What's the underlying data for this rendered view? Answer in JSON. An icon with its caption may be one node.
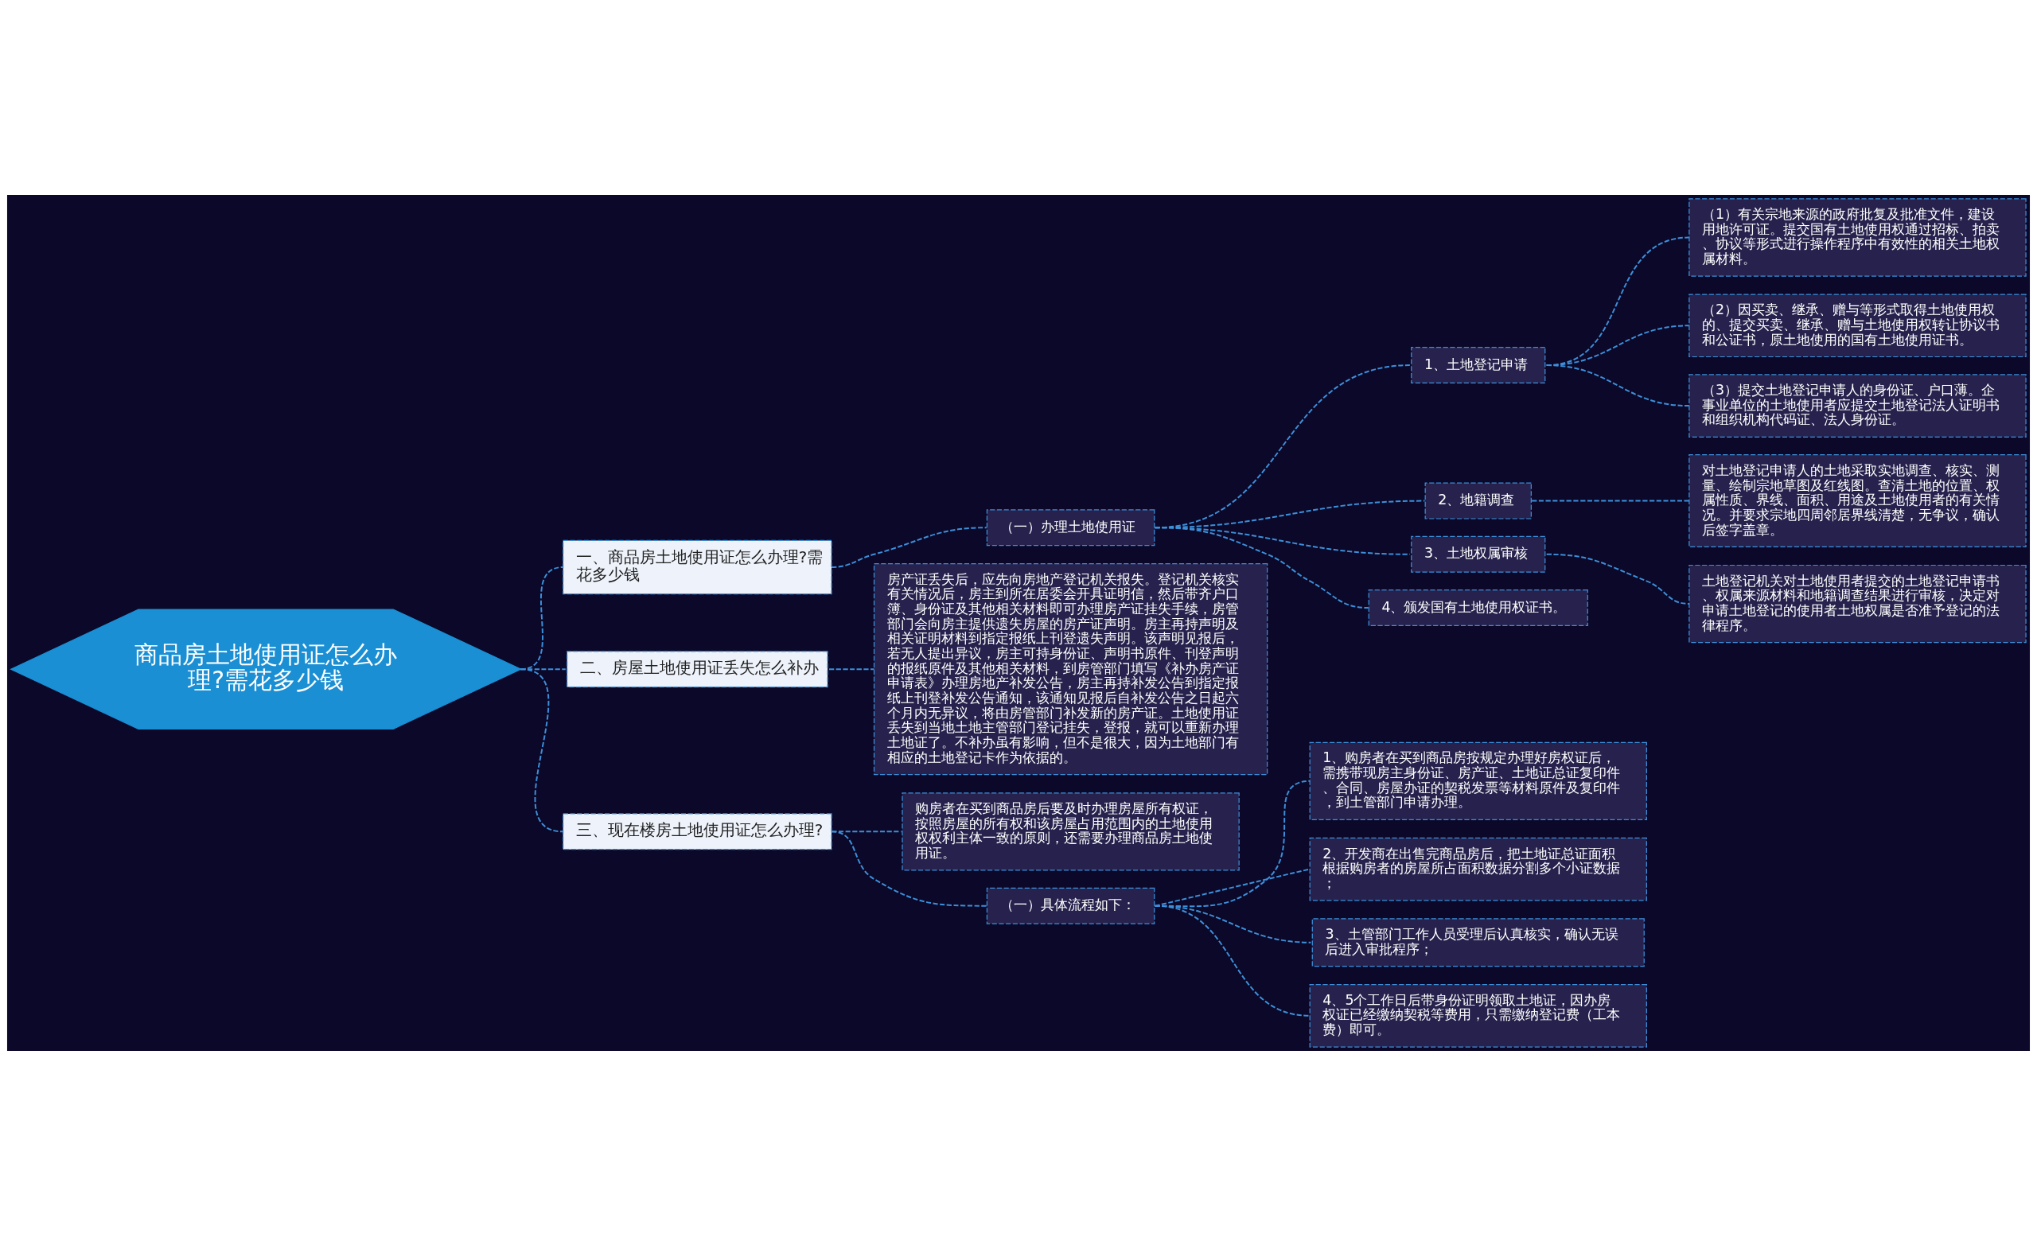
{
  "diagram": {
    "nodes": [
      {
        "text": [
          "商品房土地使用证怎么办理?需花多少钱"
        ]
      },
      {
        "text": [
          "一、商品房土地使用证怎么办理?需花多少钱"
        ]
      },
      {
        "text": [
          "（一）办理土地使用证"
        ]
      },
      {
        "text": [
          "1、土地登记申请"
        ]
      },
      {
        "text": [
          "（1）有关宗地来源的政府批复及批准文件，建设用地许可证。提交国有土地使用权通过招标、拍卖、协议等形式进行操作程序中有效性的相关土地权属材料。"
        ]
      },
      {
        "text": [
          "（2）因买卖、继承、赠与等形式取得土地使用权的、提交买卖、继承、赠与土地使用权转让协议书和公证书，原土地使用的国有土地使用证书。"
        ]
      },
      {
        "text": [
          "（3）提交土地登记申请人的身份证、户口薄。企事业单位的土地使用者应提交土地登记法人证明书和组织机构代码证、法人身份证。"
        ]
      },
      {
        "text": [
          "2、地籍调查"
        ]
      },
      {
        "text": [
          "对土地登记申请人的土地采取实地调查、核实、测量、绘制宗地草图及红线图。查清土地的位置、权属性质、界线、面积、用途及土地使用者的有关情况。并要求宗地四周邻居界线清楚，无争议，确认后签字盖章。"
        ]
      },
      {
        "text": [
          "3、土地权属审核"
        ]
      },
      {
        "text": [
          "土地登记机关对土地使用者提交的土地登记申请书、权属来源材料和地籍调查结果进行审核，决定对申请土地登记的使用者土地权属是否准予登记的法律程序。"
        ]
      },
      {
        "text": [
          "4、颁发国有土地使用权证书。"
        ]
      },
      {
        "text": [
          "二、房屋土地使用证丢失怎么补办"
        ]
      },
      {
        "text": [
          "房产证丢失后，应先向房地产登记机关报失。登记机关核实有关情况后，房主到所在居委会开具证明信，然后带齐户口簿、身份证及其他相关材料即可办理房产证挂失手续，房管部门会向房主提供遗失房屋的房产证声明。房主再持声明及相关证明材料到指定报纸上刊登遗失声明。该声明见报后，若无人提出异议，房主可持身份证、声明书原件、刊登声明的报纸原件及其他相关材料，到房管部门填写《补办房产证申请表》办理房地产补发公告，房主再持补发公告到指定报纸上刊登补发公告通知，该通知见报后自补发公告之日起六个月内无异议，将由房管部门补发新的房产证。土地使用证丢失到当地土地主管部门登记挂失，登报，就可以重新办理土地证了。不补办虽有影响，但不是很大，因为土地部门有相应的土地登记卡作为依据的。"
        ]
      },
      {
        "text": [
          "三、现在楼房土地使用证怎么办理?"
        ]
      },
      {
        "text": [
          "购房者在买到商品房后要及时办理房屋所有权证，按照房屋的所有权和该房屋占用范围内的土地使用权权利主体一致的原则，还需要办理商品房土地使用证。"
        ]
      },
      {
        "text": [
          "（一）具体流程如下："
        ]
      },
      {
        "text": [
          "1、购房者在买到商品房按规定办理好房权证后，需携带现房主身份证、房产证、土地证总证复印件、合同、房屋办证的契税发票等材料原件及复印件，到土管部门申请办理。"
        ]
      },
      {
        "text": [
          "2、开发商在出售完商品房后，把土地证总证面积根据购房者的房屋所占面积数据分割多个小证数据；"
        ]
      },
      {
        "text": [
          "3、土管部门工作人员受理后认真核实，确认无误后进入审批程序；"
        ]
      },
      {
        "text": [
          "4、5个工作日后带身份证明领取土地证，因办房权证已经缴纳契税等费用，只需缴纳登记费（工本费）即可。"
        ]
      }
    ],
    "edges": [
      {
        "from": 0,
        "to": 1,
        "arrow": "none",
        "style": "dashed"
      },
      {
        "from": 1,
        "to": 2,
        "arrow": "none",
        "style": "dashed"
      },
      {
        "from": 2,
        "to": 3,
        "arrow": "none",
        "style": "dashed"
      },
      {
        "from": 3,
        "to": 4,
        "arrow": "none",
        "style": "dashed"
      },
      {
        "from": 3,
        "to": 5,
        "arrow": "none",
        "style": "dashed"
      },
      {
        "from": 3,
        "to": 6,
        "arrow": "none",
        "style": "dashed"
      },
      {
        "from": 2,
        "to": 7,
        "arrow": "none",
        "style": "dashed"
      },
      {
        "from": 7,
        "to": 8,
        "arrow": "none",
        "style": "dashed"
      },
      {
        "from": 2,
        "to": 9,
        "arrow": "none",
        "style": "dashed"
      },
      {
        "from": 9,
        "to": 10,
        "arrow": "none",
        "style": "dashed"
      },
      {
        "from": 2,
        "to": 11,
        "arrow": "none",
        "style": "dashed"
      },
      {
        "from": 0,
        "to": 12,
        "arrow": "none",
        "style": "dashed"
      },
      {
        "from": 12,
        "to": 13,
        "arrow": "none",
        "style": "dashed"
      },
      {
        "from": 0,
        "to": 14,
        "arrow": "none",
        "style": "dashed"
      },
      {
        "from": 14,
        "to": 15,
        "arrow": "none",
        "style": "dashed"
      },
      {
        "from": 14,
        "to": 16,
        "arrow": "none",
        "style": "dashed"
      },
      {
        "from": 16,
        "to": 17,
        "arrow": "none",
        "style": "dashed"
      },
      {
        "from": 16,
        "to": 18,
        "arrow": "none",
        "style": "dashed"
      },
      {
        "from": 16,
        "to": 19,
        "arrow": "none",
        "style": "dashed"
      },
      {
        "from": 16,
        "to": 20,
        "arrow": "none",
        "style": "dashed"
      }
    ]
  }
}
